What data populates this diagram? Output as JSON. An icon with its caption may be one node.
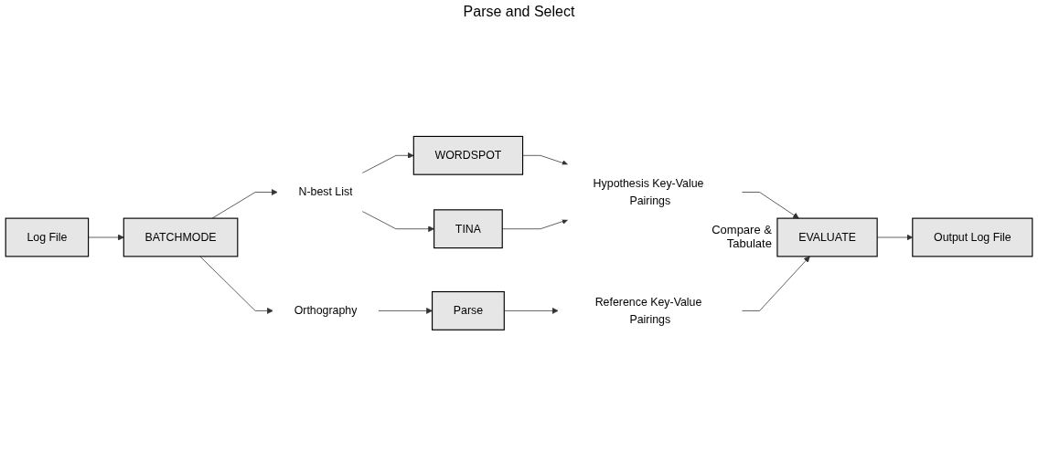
{
  "diagram": {
    "nodes": [
      {
        "text": [
          "Log File"
        ]
      },
      {
        "text": [
          "BATCHMODE"
        ]
      },
      {
        "text": [
          "N-best List"
        ]
      },
      {
        "text": [
          "WORDSPOT"
        ]
      },
      {
        "text": [
          "TINA"
        ]
      },
      {
        "text": [
          "Hypothesis Key-Value Pairings"
        ]
      },
      {
        "text": [
          "EVALUATE"
        ],
        "beside": [
          "Compare & Tabulate"
        ]
      },
      {
        "text": [
          "Output Log File"
        ]
      },
      {
        "text": [
          "Orthography"
        ]
      },
      {
        "text": [
          "Parse"
        ]
      },
      {
        "text": [
          "Reference Key-Value Pairings"
        ]
      }
    ],
    "edges": [
      {
        "from": 0,
        "to": 1,
        "arrow": "to"
      },
      {
        "from": 1,
        "to": 2,
        "arrow": "to"
      },
      {
        "from": 1,
        "to": 8,
        "arrow": "to"
      },
      {
        "from": 2,
        "to": 3,
        "arrow": "to"
      },
      {
        "from": 2,
        "to": 4,
        "arrow": "to"
      },
      {
        "from": 3,
        "to": 5,
        "arrow": "to"
      },
      {
        "from": 4,
        "to": 5,
        "arrow": "to"
      },
      {
        "from": 5,
        "to": 6,
        "arrow": "to"
      },
      {
        "from": 6,
        "to": 7,
        "arrow": "to"
      },
      {
        "from": 8,
        "to": 9,
        "arrow": "to"
      },
      {
        "from": 9,
        "to": 10,
        "arrow": "to"
      },
      {
        "from": 10,
        "to": 6,
        "arrow": "to"
      }
    ],
    "labels": [
      "Parse and Select"
    ]
  }
}
